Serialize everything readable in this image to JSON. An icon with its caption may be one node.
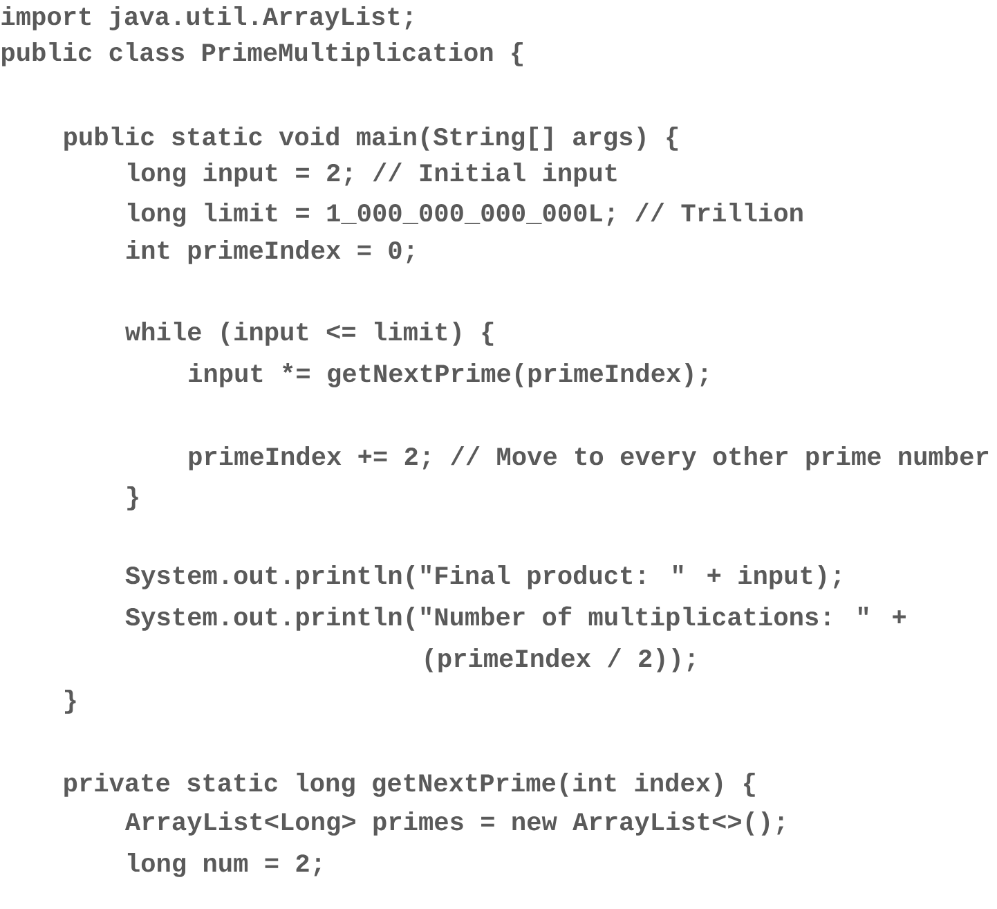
{
  "diagram": {
    "labels": [
      "import java.util.ArrayList;",
      "public class PrimeMultiplication {",
      "public static void main(String[] args) {",
      "long input = 2; // Initial input",
      "long limit = 1_000_000_000_000L; // Trillion",
      "int primeIndex = 0;",
      "while (input <= limit) {",
      "input *= getNextPrime(primeIndex);",
      "primeIndex += 2; // Move to every other prime number",
      "}",
      "System.out.println(\"Final product: \" + input);",
      "System.out.println(\"Number of multiplications: \" +",
      "(primeIndex / 2));",
      "}",
      "private static long getNextPrime(int index) {",
      "ArrayList<Long> primes = new ArrayList<>();",
      "long num = 2;"
    ]
  }
}
